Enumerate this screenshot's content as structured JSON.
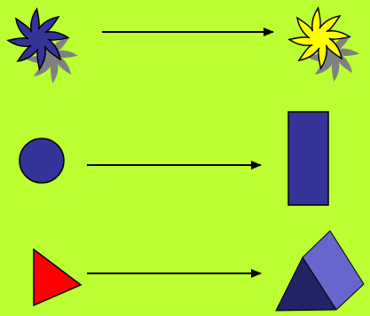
{
  "colors": {
    "background": "#bbff33",
    "dark_blue": "#33339a",
    "light_blue": "#6666cc",
    "yellow": "#ffff00",
    "red": "#ff0000",
    "shadow": "#808080",
    "outline": "#000000"
  },
  "rows": [
    {
      "from": {
        "shape": "star-burst",
        "fill": "dark_blue"
      },
      "arrow": "right-arrow",
      "to": {
        "shape": "star-burst",
        "fill": "yellow"
      }
    },
    {
      "from": {
        "shape": "circle",
        "fill": "dark_blue"
      },
      "arrow": "right-arrow",
      "to": {
        "shape": "rectangle",
        "fill": "dark_blue"
      }
    },
    {
      "from": {
        "shape": "triangle",
        "fill": "red"
      },
      "arrow": "right-arrow",
      "to": {
        "shape": "triangular-prism",
        "fill": "light_blue"
      }
    }
  ]
}
